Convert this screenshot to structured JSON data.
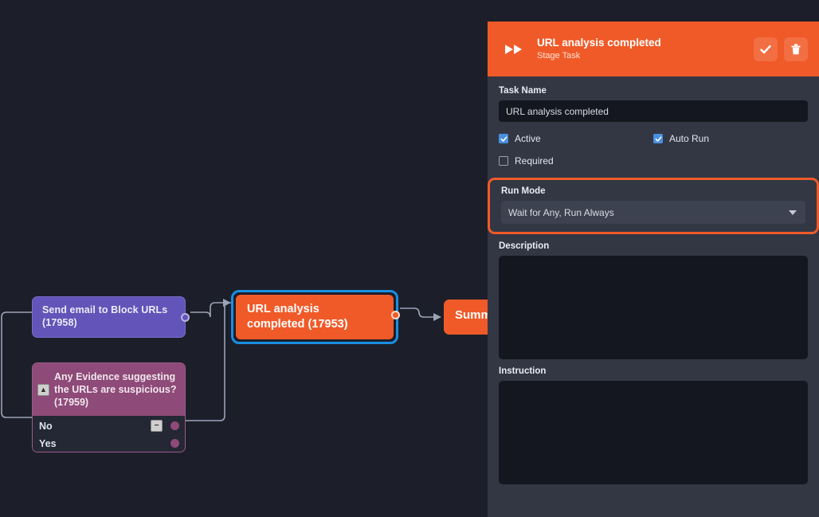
{
  "canvas": {
    "nodes": [
      {
        "id": "node-17958",
        "label": "Send email to Block URLs\n(17958)",
        "line1": "Send email to Block URLs",
        "line2": "(17958)",
        "type": "task",
        "color": "#6254b8"
      },
      {
        "id": "node-17953",
        "line1": "URL analysis",
        "line2": "completed (17953)",
        "type": "stage-task",
        "color": "#f05a28",
        "selected": true,
        "selection_color": "#1a8fe3"
      },
      {
        "id": "node-summary",
        "label": "Summ",
        "type": "stage-task",
        "color": "#f05a28"
      },
      {
        "id": "node-17959",
        "line1": "Any Evidence suggesting",
        "line2": "the URLs are suspicious?",
        "line3": "(17959)",
        "type": "decision",
        "color": "#8e4a78",
        "outputs": [
          {
            "label": "No"
          },
          {
            "label": "Yes"
          }
        ],
        "collapse_glyph": "▲",
        "minus_glyph": "−"
      }
    ]
  },
  "panel": {
    "header": {
      "icon": "fast-forward-icon",
      "title": "URL analysis completed",
      "subtitle": "Stage Task",
      "confirm_icon": "check-icon",
      "delete_icon": "trash-icon"
    },
    "task_name": {
      "label": "Task Name",
      "value": "URL analysis completed"
    },
    "checkboxes": [
      {
        "label": "Active",
        "checked": true
      },
      {
        "label": "Auto Run",
        "checked": true
      },
      {
        "label": "Required",
        "checked": false
      }
    ],
    "run_mode": {
      "label": "Run Mode",
      "value": "Wait for Any, Run Always",
      "highlighted": true,
      "highlight_color": "#f05a28"
    },
    "description": {
      "label": "Description",
      "value": ""
    },
    "instruction": {
      "label": "Instruction",
      "value": ""
    }
  },
  "colors": {
    "canvas_bg": "#1c1f2a",
    "panel_bg": "#333744",
    "accent_orange": "#f05a28",
    "selection_blue": "#1a8fe3",
    "checkbox_blue": "#4a90e2",
    "node_purple": "#6254b8",
    "node_magenta": "#8e4a78",
    "input_bg": "#14171f"
  }
}
